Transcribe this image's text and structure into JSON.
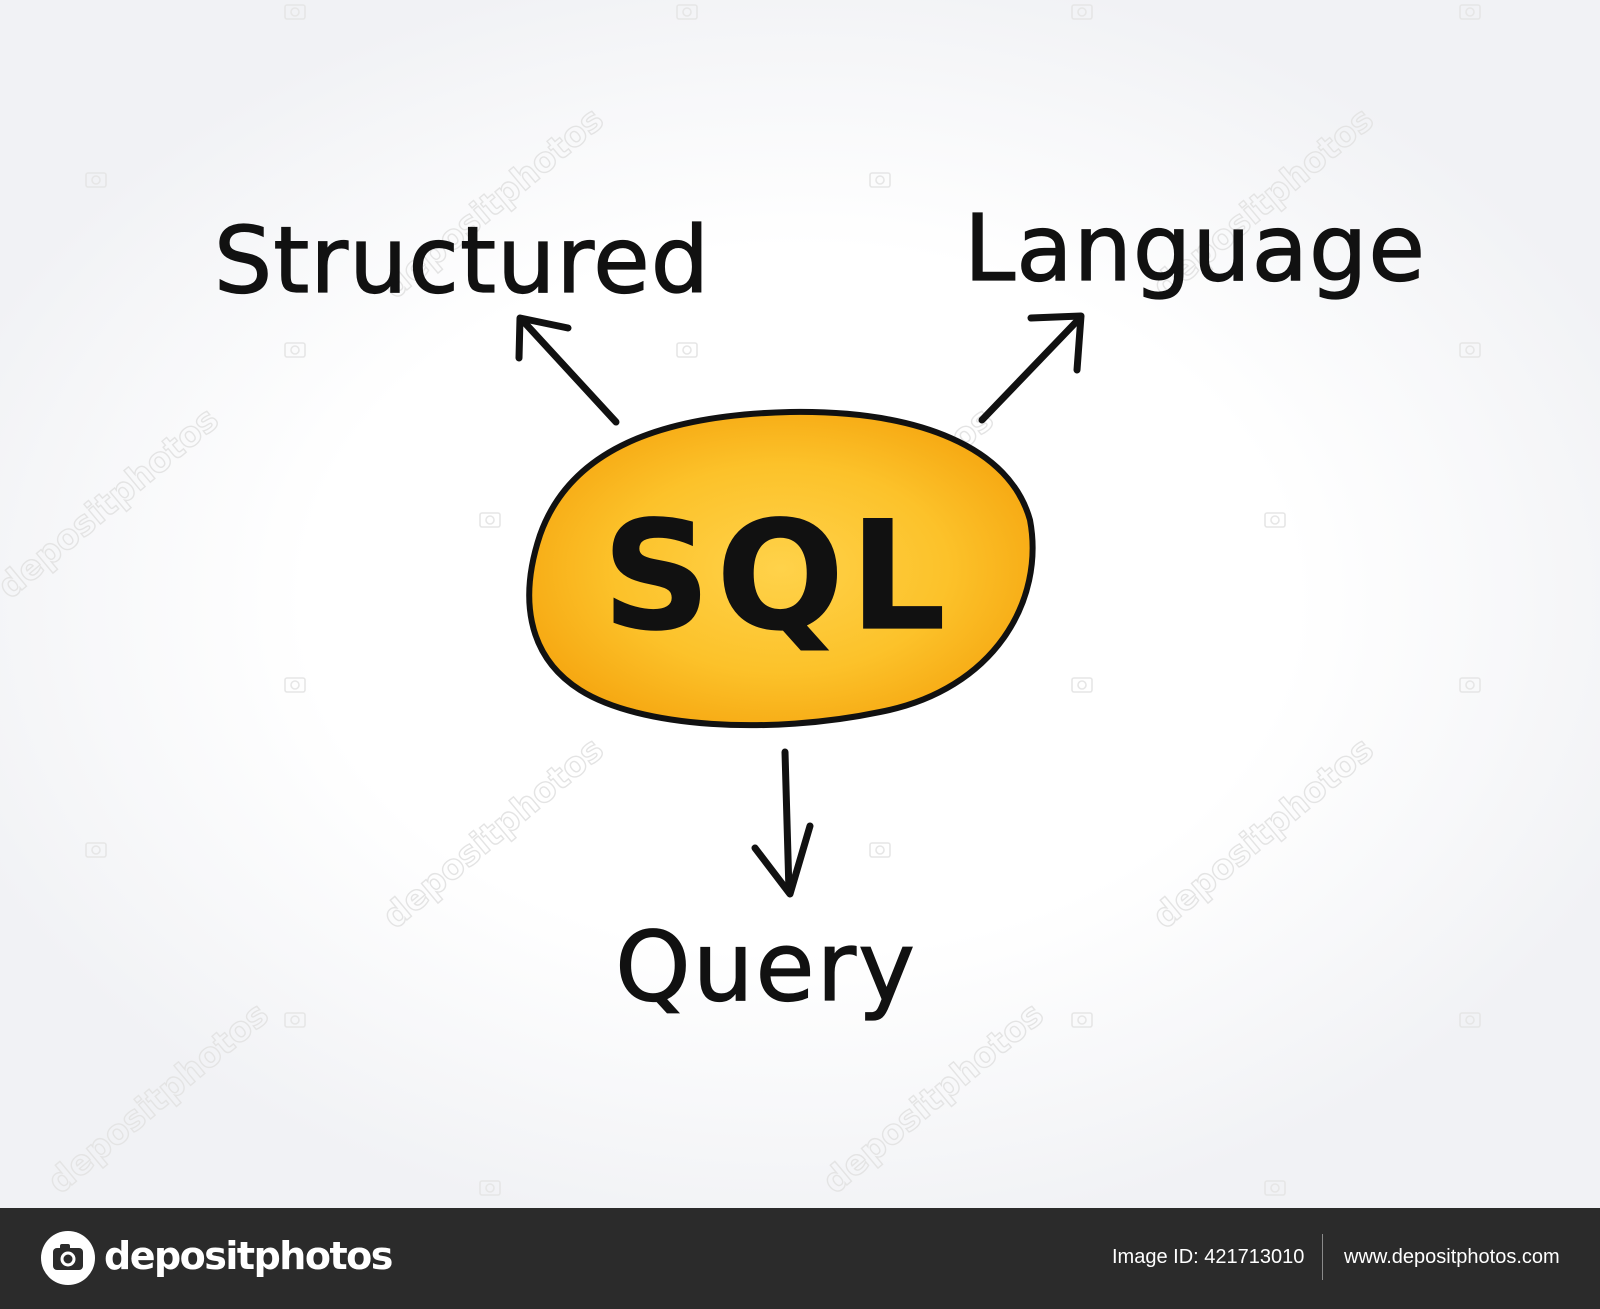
{
  "diagram": {
    "center_label": "SQL",
    "branches": [
      {
        "label": "Structured",
        "direction": "up-left"
      },
      {
        "label": "Language",
        "direction": "up-right"
      },
      {
        "label": "Query",
        "direction": "down"
      }
    ],
    "center_fill_color": "#fbb81c",
    "center_fill_color_light": "#ffd24a",
    "ink_color": "#111111",
    "watermark_text": "depositphotos"
  },
  "footer": {
    "brand": "depositphotos",
    "logo_icon": "camera-icon",
    "image_id": "Image ID: 421713010",
    "url": "www.depositphotos.com",
    "background_color": "#2b2b2b"
  }
}
